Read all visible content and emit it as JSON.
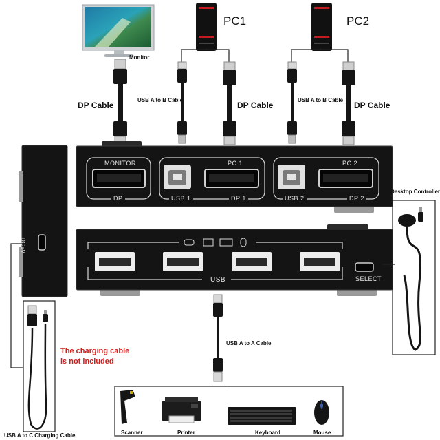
{
  "labels": {
    "monitor": "Monitor",
    "pc1": "PC1",
    "pc2": "PC2",
    "dp_cable_left": "DP Cable",
    "dp_cable_mid": "DP Cable",
    "dp_cable_right": "DP Cable",
    "usb_ab_1": "USB A to B Cable",
    "usb_ab_2": "USB A to B Cable",
    "desktop_controller": "Desktop Controller",
    "usb_aa": "USB A to A Cable",
    "charging_note_line1": "The charging cable",
    "charging_note_line2": "is not included",
    "usb_ac": "USB A to C Charging Cable",
    "scanner": "Scanner",
    "printer": "Printer",
    "keyboard": "Keyboard",
    "mouse": "Mouse"
  },
  "switch_back": {
    "monitor": "MONITOR",
    "dp": "DP",
    "pc1": "PC 1",
    "usb1": "USB 1",
    "dp1": "DP 1",
    "pc2": "PC 2",
    "usb2": "USB 2",
    "dp2": "DP 2"
  },
  "switch_front": {
    "usb": "USB",
    "select": "SELECT"
  },
  "side_panel": {
    "dc5v": "DC5V"
  },
  "colors": {
    "red_note": "#d0201e",
    "device_body": "#101010"
  }
}
